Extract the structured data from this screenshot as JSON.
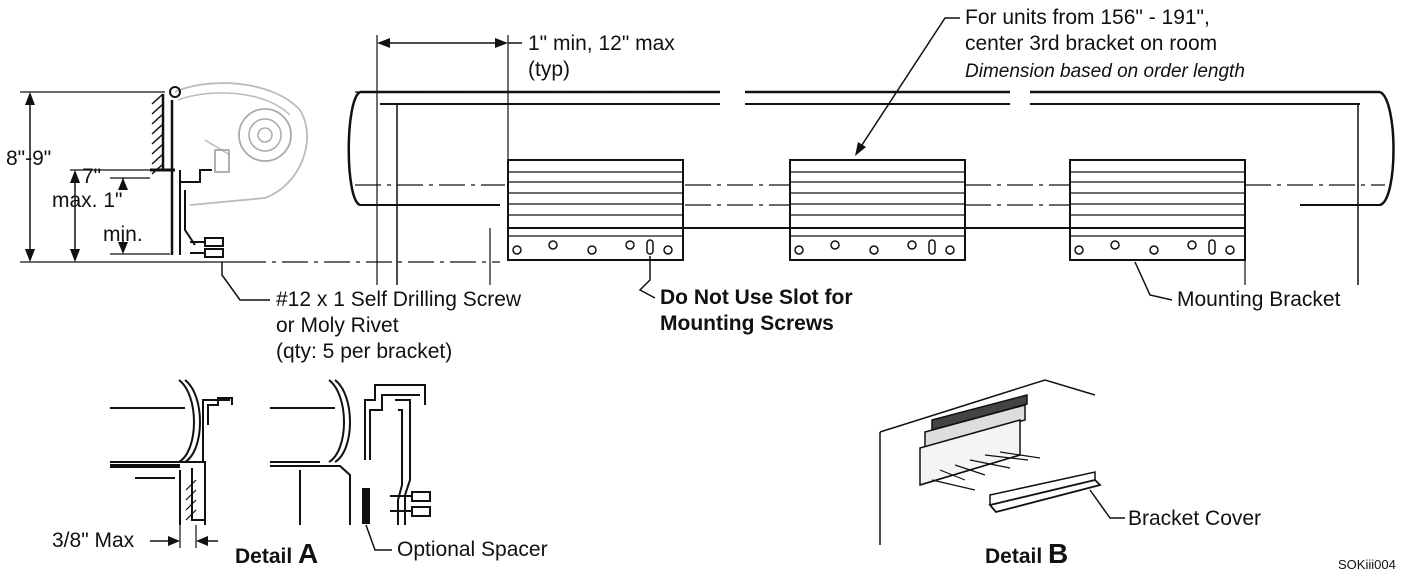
{
  "labels": {
    "height_range": "8\"-9\"",
    "seven": "7\"",
    "max_one": "max. 1\"",
    "min": "min.",
    "spacing_line1": "1\" min, 12\" max",
    "spacing_line2": "(typ)",
    "units_line1": "For units from 156\" - 191\",",
    "units_line2": "center 3rd bracket on room",
    "units_line3": "Dimension based on order length",
    "screw_line1": "#12 x 1 Self Drilling Screw",
    "screw_line2": "or Moly Rivet",
    "screw_line3": "(qty: 5 per bracket)",
    "slot_line1": "Do Not Use Slot for",
    "slot_line2": "Mounting Screws",
    "mounting_bracket": "Mounting Bracket",
    "three_eighths": "3/8\" Max",
    "detail_a_word": "Detail ",
    "detail_a_letter": "A",
    "optional_spacer": "Optional Spacer",
    "bracket_cover": "Bracket Cover",
    "detail_b_word": "Detail ",
    "detail_b_letter": "B",
    "code": "SOKiii004"
  }
}
